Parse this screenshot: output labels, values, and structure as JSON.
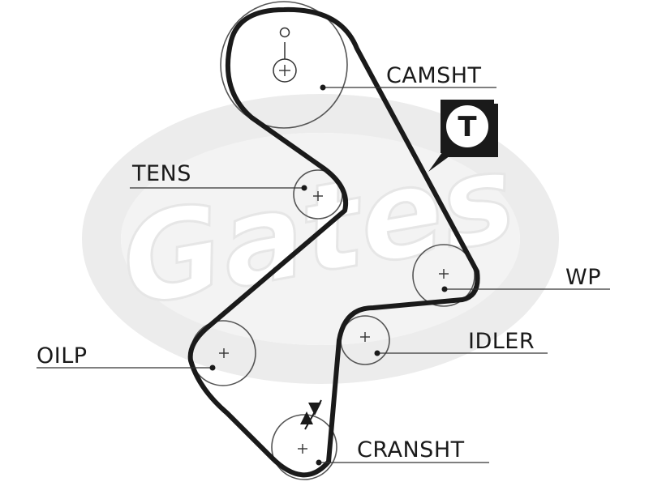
{
  "watermark": {
    "text": "Gates",
    "ring_color": "#ececec",
    "text_color": "#ffffff"
  },
  "colors": {
    "belt": "#1a1a1a",
    "pulley": "#555555",
    "leader": "#333333"
  },
  "icons": {
    "timing_marker": "timing-mark-icon",
    "tension_marker": "tension-arrow-icon",
    "tensioner_badge": "tensioner-badge-icon"
  },
  "badge": {
    "letter": "T"
  },
  "labels": {
    "camsht": "CAMSHT",
    "tens": "TENS",
    "wp": "WP",
    "idler": "IDLER",
    "oilp": "OILP",
    "cransht": "CRANSHT"
  }
}
